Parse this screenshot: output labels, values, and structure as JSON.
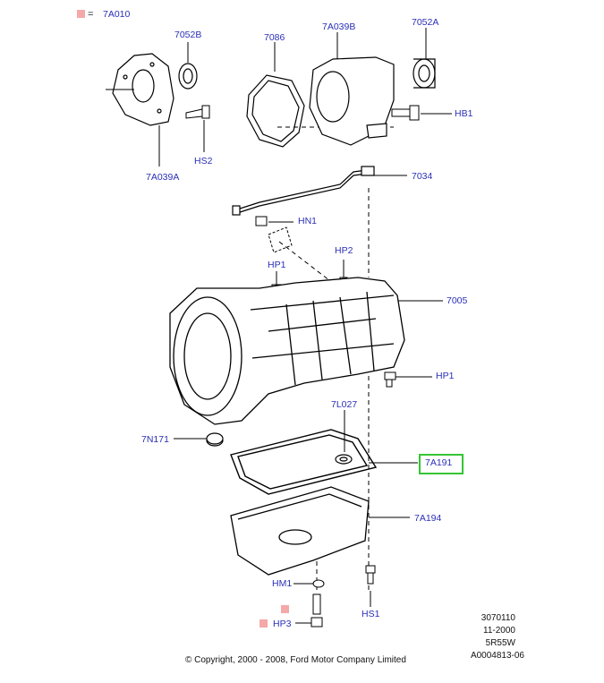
{
  "legend": {
    "symbol": "=",
    "label": "7A010"
  },
  "callouts": {
    "c7052B": "7052B",
    "c7086": "7086",
    "c7A039B": "7A039B",
    "c7052A": "7052A",
    "cHB1": "HB1",
    "cHS2": "HS2",
    "c7A039A": "7A039A",
    "c7034": "7034",
    "cHN1": "HN1",
    "cHP2": "HP2",
    "cHP1a": "HP1",
    "c7005": "7005",
    "cHP1b": "HP1",
    "c7L027": "7L027",
    "c7N171": "7N171",
    "c7A191": "7A191",
    "c7A194": "7A194",
    "cHM1": "HM1",
    "cHS1": "HS1",
    "cHP3": "HP3"
  },
  "info": {
    "line1": "3070110",
    "line2": "11-2000",
    "line3": "5R55W",
    "line4": "A0004813-06"
  },
  "copyright": "© Copyright, 2000 - 2008, Ford Motor Company Limited",
  "colors": {
    "callout": "#2a2fb8",
    "highlight": "#35c535",
    "swatch": "#f4a8a8"
  }
}
